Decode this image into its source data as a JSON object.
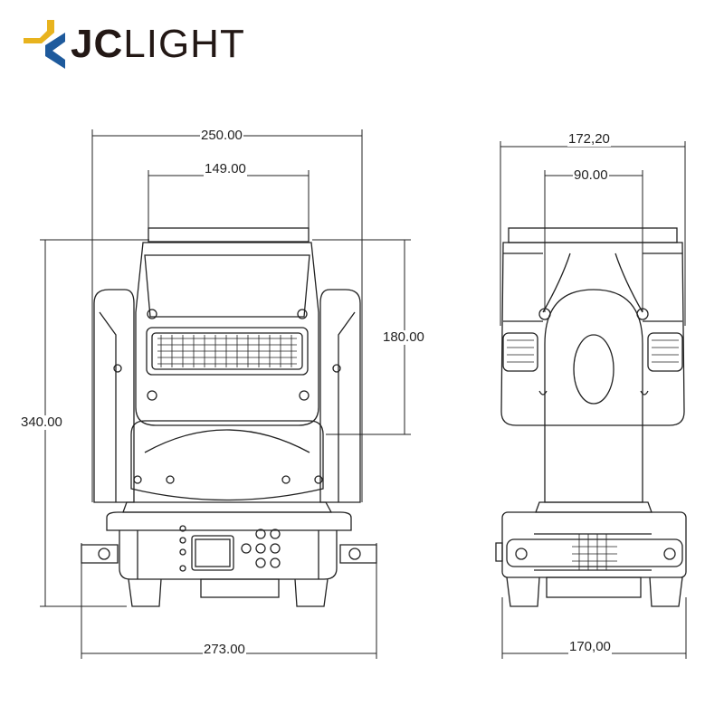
{
  "logo": {
    "text": "JCLIGHT",
    "bold_part": "JC",
    "light_part": "LIGHT",
    "colors": {
      "yellow": "#E8B31E",
      "blue": "#1E5A9C",
      "text": "#231815"
    }
  },
  "front_view": {
    "dimensions": {
      "overall_width": "250.00",
      "lens_width": "149.00",
      "overall_height": "340.00",
      "head_height": "180.00",
      "base_width": "273.00"
    }
  },
  "side_view": {
    "dimensions": {
      "overall_depth": "172,20",
      "inner_width": "90.00",
      "base_depth": "170,00"
    }
  }
}
